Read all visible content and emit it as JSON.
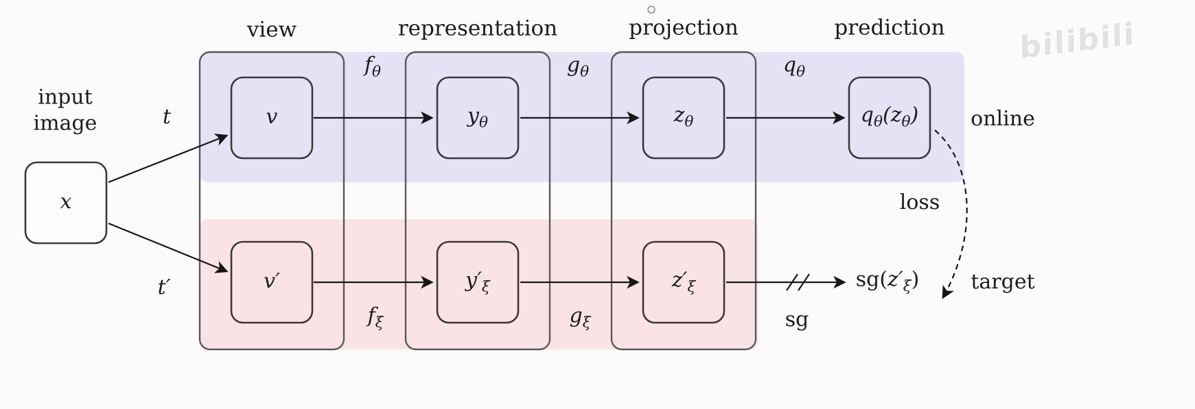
{
  "colors": {
    "page_bg": "#fcfafb",
    "online_band": "#e5e2f6",
    "target_band": "#fae3e7",
    "node_fill_white": "#fdfcfd",
    "box_border": "#3a3a3a",
    "column_border": "#585858",
    "arrow": "#161616"
  },
  "headers": {
    "view": "view",
    "representation": "representation",
    "projection": "projection",
    "prediction": "prediction"
  },
  "labels": {
    "input_image_line1": "input",
    "input_image_line2": "image",
    "online": "online",
    "target": "target",
    "loss": "loss"
  },
  "math": {
    "x": [
      {
        "t": "i",
        "v": "x"
      }
    ],
    "t": [
      {
        "t": "i",
        "v": "t"
      }
    ],
    "t_prime": [
      {
        "t": "i",
        "v": "t′"
      }
    ],
    "v": [
      {
        "t": "i",
        "v": "v"
      }
    ],
    "v_prime": [
      {
        "t": "i",
        "v": "v′"
      }
    ],
    "y_theta": [
      {
        "t": "i",
        "v": "y"
      },
      {
        "t": "sub",
        "v": "θ"
      }
    ],
    "y_prime_xi": [
      {
        "t": "i",
        "v": "y′"
      },
      {
        "t": "sub",
        "v": "ξ"
      }
    ],
    "z_theta": [
      {
        "t": "i",
        "v": "z"
      },
      {
        "t": "sub",
        "v": "θ"
      }
    ],
    "z_prime_xi": [
      {
        "t": "i",
        "v": "z′"
      },
      {
        "t": "sub",
        "v": "ξ"
      }
    ],
    "q_theta_of_z_theta": [
      {
        "t": "i",
        "v": "q"
      },
      {
        "t": "sub",
        "v": "θ"
      },
      {
        "t": "i",
        "v": "(z"
      },
      {
        "t": "sub",
        "v": "θ"
      },
      {
        "t": "i",
        "v": ")"
      }
    ],
    "sg_of_z_prime_xi": [
      {
        "t": "r",
        "v": "sg("
      },
      {
        "t": "i",
        "v": "z′"
      },
      {
        "t": "sub",
        "v": "ξ"
      },
      {
        "t": "r",
        "v": ")"
      }
    ],
    "f_theta": [
      {
        "t": "i",
        "v": "f"
      },
      {
        "t": "sub",
        "v": "θ"
      }
    ],
    "g_theta": [
      {
        "t": "i",
        "v": "g"
      },
      {
        "t": "sub",
        "v": "θ"
      }
    ],
    "q_theta": [
      {
        "t": "i",
        "v": "q"
      },
      {
        "t": "sub",
        "v": "θ"
      }
    ],
    "f_xi": [
      {
        "t": "i",
        "v": "f"
      },
      {
        "t": "sub",
        "v": "ξ"
      }
    ],
    "g_xi": [
      {
        "t": "i",
        "v": "g"
      },
      {
        "t": "sub",
        "v": "ξ"
      }
    ],
    "sg": [
      {
        "t": "r",
        "v": "sg"
      }
    ]
  },
  "watermark": "bilibili"
}
